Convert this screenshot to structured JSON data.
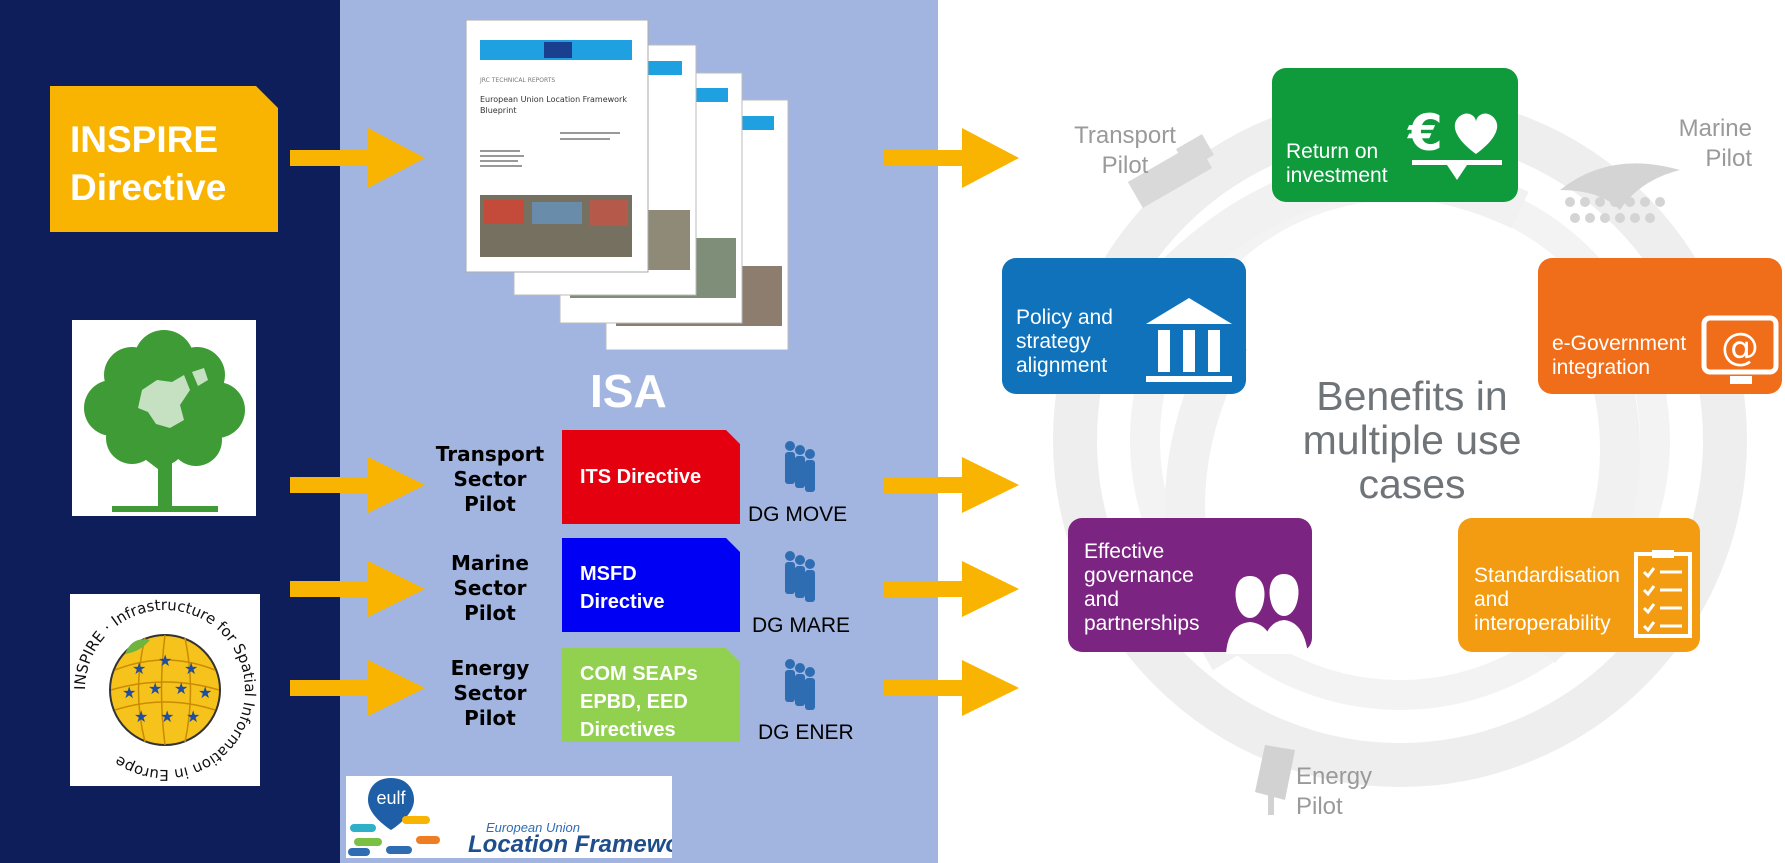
{
  "left": {
    "inspire_box": {
      "line1": "INSPIRE",
      "line2": "Directive"
    },
    "inspire_logo": {
      "ring_text": "INSPIRE · Infrastructure for Spatial Information in Europe"
    }
  },
  "middle": {
    "isa_label": "ISA",
    "report": {
      "series": "JRC TECHNICAL REPORTS",
      "title_line1": "European Union Location Framework",
      "title_line2": "Blueprint"
    },
    "pilots": [
      {
        "label": [
          "Transport",
          "Sector",
          "Pilot"
        ],
        "directive": [
          "ITS Directive"
        ],
        "dg": "DG MOVE",
        "color": "#e5000f"
      },
      {
        "label": [
          "Marine",
          "Sector",
          "Pilot"
        ],
        "directive": [
          "MSFD",
          "Directive"
        ],
        "dg": "DG MARE",
        "color": "#0000f5"
      },
      {
        "label": [
          "Energy",
          "Sector",
          "Pilot"
        ],
        "directive": [
          "COM SEAPs",
          "EPBD, EED",
          "Directives"
        ],
        "dg": "DG ENER",
        "color": "#92d050"
      }
    ],
    "eulf_logo": {
      "badge": "eulf",
      "small": "European Union",
      "big": "Location Framework"
    }
  },
  "right": {
    "center_text": [
      "Benefits in",
      "multiple use",
      "cases"
    ],
    "pilots": {
      "transport": [
        "Transport",
        "Pilot"
      ],
      "marine": [
        "Marine",
        "Pilot"
      ],
      "energy": [
        "Energy",
        "Pilot"
      ]
    },
    "cards": {
      "roi": {
        "lines": [
          "Return on",
          "investment"
        ],
        "color": "#0f9a3c",
        "icon": "euro-heart-scale-icon"
      },
      "policy": {
        "lines": [
          "Policy and",
          "strategy",
          "alignment"
        ],
        "color": "#0f72ba",
        "icon": "government-building-icon"
      },
      "egov": {
        "lines": [
          "e-Government",
          "integration"
        ],
        "color": "#f06d1a",
        "icon": "at-sign-monitor-icon"
      },
      "governance": {
        "lines": [
          "Effective",
          "governance",
          "and",
          "partnerships"
        ],
        "color": "#7b2481",
        "icon": "people-silhouette-icon"
      },
      "standard": {
        "lines": [
          "Standardisation",
          "and",
          "interoperability"
        ],
        "color": "#f39c12",
        "icon": "checklist-icon"
      }
    }
  },
  "colors": {
    "left_bg": "#0d1e5a",
    "mid_bg": "#a2b5e1",
    "arrow": "#f8b400"
  }
}
